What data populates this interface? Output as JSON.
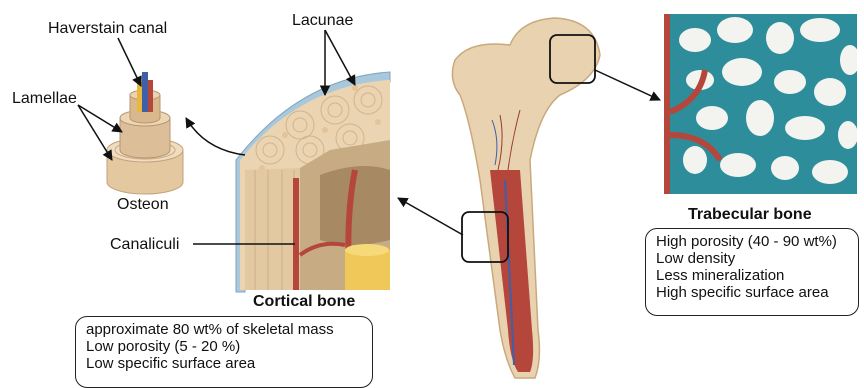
{
  "labels": {
    "haversian_canal": "Haverstain canal",
    "lamellae": "Lamellae",
    "lacunae": "Lacunae",
    "osteon": "Osteon",
    "canaliculi": "Canaliculi"
  },
  "cortical": {
    "title": "Cortical bone",
    "properties": [
      "approximate 80 wt% of skeletal mass",
      "Low porosity (5 - 20 %)",
      "Low specific surface area"
    ]
  },
  "trabecular": {
    "title": "Trabecular bone",
    "properties": [
      "High porosity (40 - 90 wt%)",
      "Low density",
      "Less mineralization",
      "High specific surface area"
    ]
  },
  "colors": {
    "bone": "#e8d2b0",
    "bone_dark": "#c9a97c",
    "marrow_red": "#b5463c",
    "vessel_blue": "#3f5fa8",
    "periosteum": "#a9c8dc",
    "trabecular_bg": "#2e8d9a"
  }
}
